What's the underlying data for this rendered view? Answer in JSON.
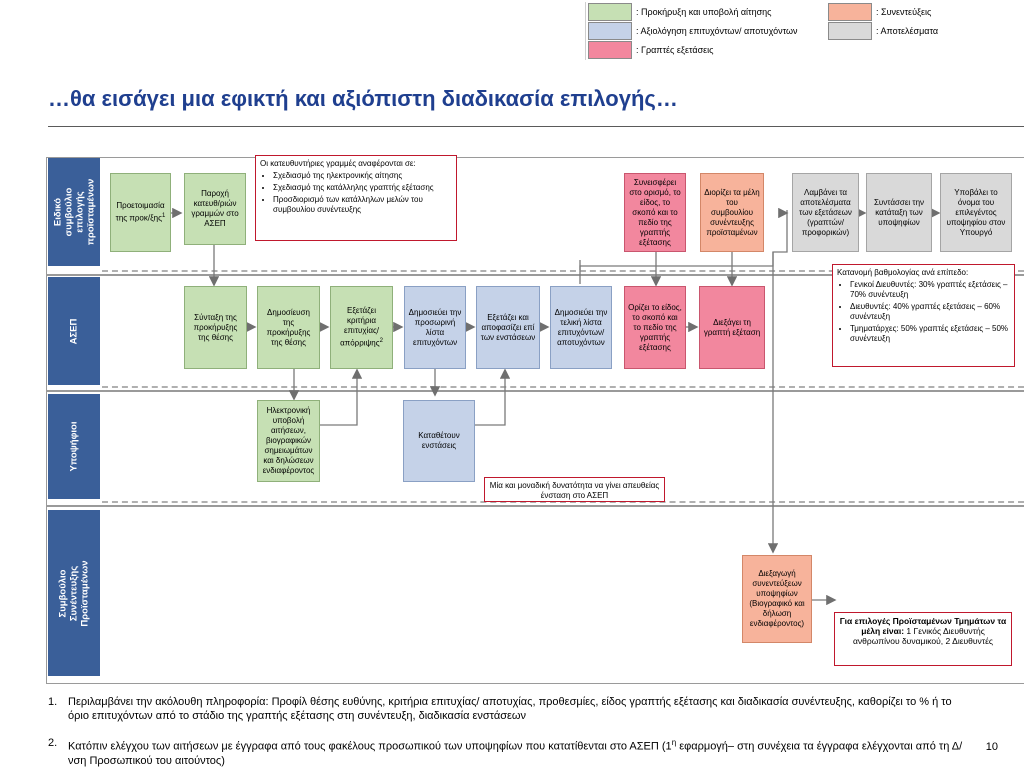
{
  "legend": [
    {
      "label": ": Προκήρυξη και υποβολή αίτησης",
      "color": "#c6e0b4"
    },
    {
      "label": ": Συνεντεύξεις",
      "color": "#f7b39b"
    },
    {
      "label": ": Αξιολόγηση επιτυχόντων/ αποτυχόντων",
      "color": "#c5d2e8"
    },
    {
      "label": ": Αποτελέσματα",
      "color": "#d9d9d9"
    },
    {
      "label": ": Γραπτές εξετάσεις",
      "color": "#f2879e"
    }
  ],
  "title": "…θα εισάγει μια εφικτή και αξιόπιστη διαδικασία επιλογής…",
  "lanes": [
    "Ειδικό συμβούλιο επιλογής προϊσταμένων",
    "ΑΣΕΠ",
    "Υποψήφιοι",
    "Συμβούλιο Συνέντευξης Προϊσταμένων"
  ],
  "boxes": {
    "prep": "Προετοιμασία της προκ/ξης",
    "prep_sup": "1",
    "guidelines": "Παροχή κατευθ/ριών γραμμών στο ΑΣΕΠ",
    "contributes": "Συνεισφέρει στο ορισμό, το είδος, το σκοπό και το πεδίο της γραπτής εξέτασης",
    "appoints": "Διορίζει τα μέλη του συμβουλίου συνέντευξης προϊσταμένων",
    "receives": "Λαμβάνει τα αποτελέσματα των εξετάσεων (γραπτών/ προφορικών)",
    "ranks": "Συντάσσει την κατάταξη των υποψηφίων",
    "submits": "Υποβάλει το όνομα του επιλεγέντος υποψηφίου στον Υπουργό",
    "draft": "Σύνταξη της προκήρυξης της θέσης",
    "publish": "Δημοσίευση της προκήρυξης της θέσης",
    "examine": "Εξετάζει κριτήρια επιτυχίας/ απόρριψης",
    "examine_sup": "2",
    "prov_list": "Δημοσιεύει την προσωρινή λίστα επιτυχόντων",
    "objections": "Εξετάζει και αποφασίζει επί των ενστάσεων",
    "final_list": "Δημοσιεύει την τελική λίστα επιτυχόντων/ αποτυχόντων",
    "defines": "Ορίζει το είδος, το σκοπό και το πεδίο της γραπτής εξέτασης",
    "conducts": "Διεξάγει τη γραπτή εξέταση",
    "e_submit": "Ηλεκτρονική υποβολή αιτήσεων, βιογραφικών σημειωμάτων και δηλώσεων ενδιαφέροντος",
    "file_obj": "Καταθέτουν ενστάσεις",
    "interview": "Διεξαγωγή συνεντεύξεων υποψηφίων (Βιογραφικό και δήλωση ενδιαφέροντος)"
  },
  "notes": {
    "guidelines_title": "Οι κατευθυντήριες γραμμές αναφέρονται σε:",
    "guidelines_items": [
      "Σχεδιασμό της ηλεκτρονικής αίτησης",
      "Σχεδιασμό της κατάλληλης γραπτής εξέτασης",
      "Προσδιορισμό των κατάλληλων μελών του συμβουλίου συνέντευξης"
    ],
    "grading_title": "Κατανομή βαθμολογίας ανά επίπεδο:",
    "grading_items": [
      "Γενικοί Διευθυντές: 30% γραπτές εξετάσεις – 70% συνέντευξη",
      "Διευθυντές: 40% γραπτές εξετάσεις – 60% συνέντευξη",
      "Τμηματάρχες: 50% γραπτές εξετάσεις – 50% συνέντευξη"
    ],
    "objection_note": "Μία και μοναδική δυνατότητα να γίνει απευθείας ένσταση στο ΑΣΕΠ",
    "board_bold": "Για επιλογές Προϊσταμένων Τμημάτων  τα μέλη είναι:",
    "board_rest": " 1 Γενικός Διευθυντής ανθρωπίνου δυναμικού, 2 Διευθυντές"
  },
  "footnotes": [
    {
      "num": "1.",
      "text": "Περιλαμβάνει την ακόλουθη πληροφορία: Προφίλ θέσης ευθύνης, κριτήρια επιτυχίας/ αποτυχίας, προθεσμίες, είδος γραπτής εξέτασης και διαδικασία συνέντευξης, καθορίζει το % ή το όριο επιτυχόντων από το στάδιο της γραπτής εξέτασης στη συνέντευξη, διαδικασία ενστάσεων"
    },
    {
      "num": "2.",
      "text_a": "Κατόπιν ελέγχου των αιτήσεων με  έγγραφα από τους φακέλους προσωπικού των υποψηφίων που κατατίθενται στο ΑΣΕΠ (1",
      "text_sup": "η",
      "text_b": " εφαρμογή– στη συνέχεια τα έγγραφα ελέγχονται από τη Δ/νση Προσωπικού του αιτούντος)"
    }
  ],
  "page_number": "10"
}
